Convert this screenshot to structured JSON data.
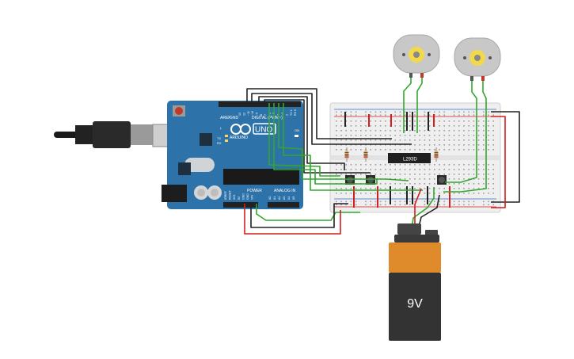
{
  "arduino": {
    "brand": "ARDUINO",
    "model": "UNO",
    "digital_header": "DIGITAL (PWM~)",
    "power_header": "POWER",
    "analog_header": "ANALOG IN",
    "aref_label": "AREF",
    "gnd_label": "GND",
    "tx_label": "TX",
    "rx_label": "RX",
    "led_label": "L",
    "on_label": "ON",
    "pins_digital": [
      "13",
      "12",
      "~11",
      "~10",
      "~9",
      "8",
      "7",
      "~6",
      "~5",
      "4",
      "~3",
      "2",
      "TX 1",
      "RX 0"
    ],
    "pins_power": [
      "IOREF",
      "RESET",
      "3V3",
      "5V",
      "GND",
      "GND",
      "VIN"
    ],
    "pins_analog": [
      "A0",
      "A1",
      "A2",
      "A3",
      "A4",
      "A5"
    ]
  },
  "ic": {
    "label": "L293D"
  },
  "battery": {
    "label": "9V"
  },
  "colors": {
    "board": "#2d72a8",
    "wire_green": "#31a82d",
    "wire_red": "#d21f1f",
    "wire_black": "#222222",
    "battery_top": "#e08b2b",
    "battery_body": "#333333"
  }
}
